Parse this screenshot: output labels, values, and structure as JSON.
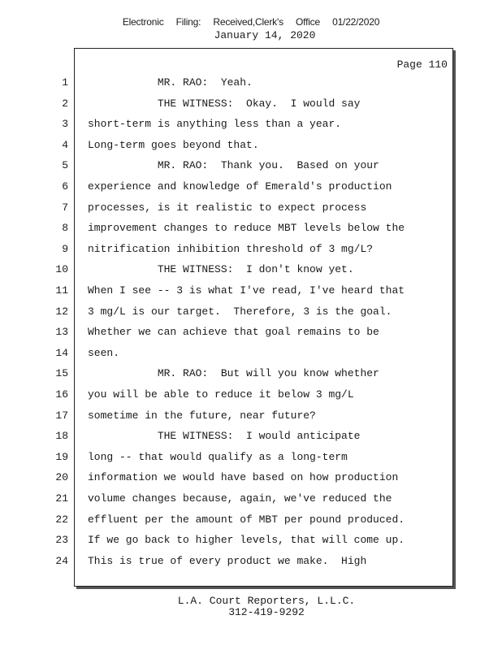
{
  "header": {
    "filing_parts": [
      "Electronic",
      "Filing:",
      "Received,Clerk's",
      "Office",
      "01/22/2020"
    ],
    "date": "January 14, 2020"
  },
  "page": {
    "label": "Page 110"
  },
  "lines": [
    {
      "no": "1",
      "text": "           MR. RAO:  Yeah."
    },
    {
      "no": "2",
      "text": "           THE WITNESS:  Okay.  I would say"
    },
    {
      "no": "3",
      "text": "short-term is anything less than a year."
    },
    {
      "no": "4",
      "text": "Long-term goes beyond that."
    },
    {
      "no": "5",
      "text": "           MR. RAO:  Thank you.  Based on your"
    },
    {
      "no": "6",
      "text": "experience and knowledge of Emerald's production"
    },
    {
      "no": "7",
      "text": "processes, is it realistic to expect process"
    },
    {
      "no": "8",
      "text": "improvement changes to reduce MBT levels below the"
    },
    {
      "no": "9",
      "text": "nitrification inhibition threshold of 3 mg/L?"
    },
    {
      "no": "10",
      "text": "           THE WITNESS:  I don't know yet."
    },
    {
      "no": "11",
      "text": "When I see -- 3 is what I've read, I've heard that"
    },
    {
      "no": "12",
      "text": "3 mg/L is our target.  Therefore, 3 is the goal."
    },
    {
      "no": "13",
      "text": "Whether we can achieve that goal remains to be"
    },
    {
      "no": "14",
      "text": "seen."
    },
    {
      "no": "15",
      "text": "           MR. RAO:  But will you know whether"
    },
    {
      "no": "16",
      "text": "you will be able to reduce it below 3 mg/L"
    },
    {
      "no": "17",
      "text": "sometime in the future, near future?"
    },
    {
      "no": "18",
      "text": "           THE WITNESS:  I would anticipate"
    },
    {
      "no": "19",
      "text": "long -- that would qualify as a long-term"
    },
    {
      "no": "20",
      "text": "information we would have based on how production"
    },
    {
      "no": "21",
      "text": "volume changes because, again, we've reduced the"
    },
    {
      "no": "22",
      "text": "effluent per the amount of MBT per pound produced."
    },
    {
      "no": "23",
      "text": "If we go back to higher levels, that will come up."
    },
    {
      "no": "24",
      "text": "This is true of every product we make.  High"
    }
  ],
  "footer": {
    "company": "L.A. Court Reporters, L.L.C.",
    "phone": "312-419-9292"
  }
}
